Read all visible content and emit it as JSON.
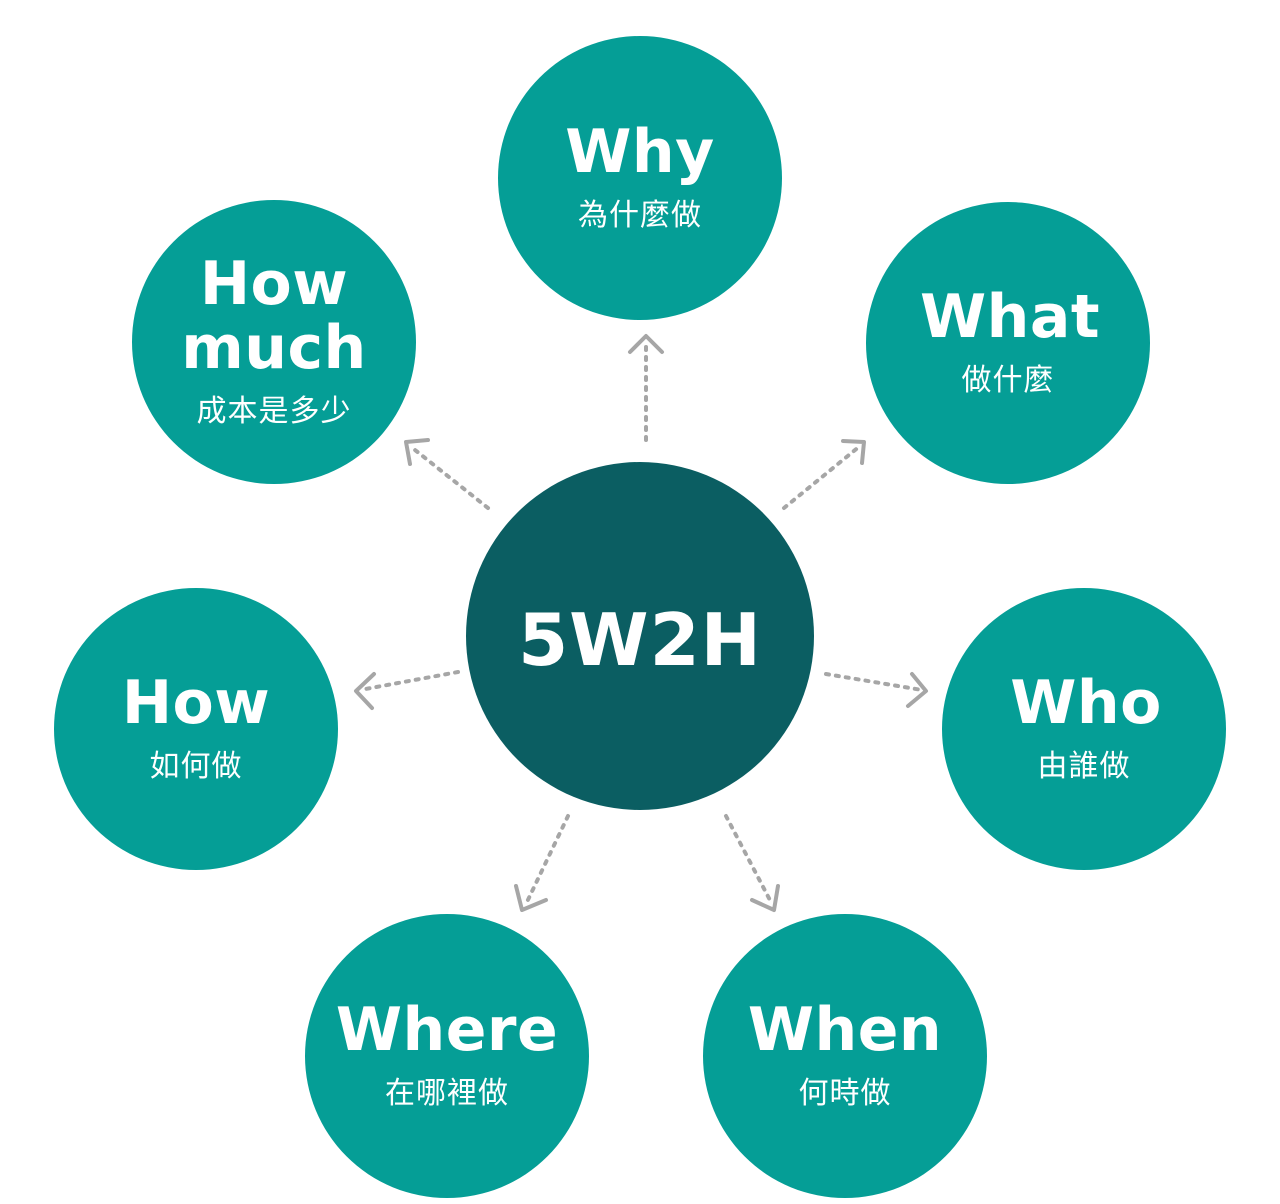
{
  "center": {
    "label": "5W2H"
  },
  "nodes": {
    "why": {
      "en": "Why",
      "zh": "為什麼做"
    },
    "what": {
      "en": "What",
      "zh": "做什麼"
    },
    "who": {
      "en": "Who",
      "zh": "由誰做"
    },
    "when": {
      "en": "When",
      "zh": "何時做"
    },
    "where": {
      "en": "Where",
      "zh": "在哪裡做"
    },
    "how": {
      "en": "How",
      "zh": "如何做"
    },
    "how_much": {
      "en_line1": "How",
      "en_line2": "much",
      "zh": "成本是多少"
    }
  },
  "colors": {
    "center": "#0b5e62",
    "node": "#059e96",
    "arrow": "#a6a6a6",
    "text": "#ffffff"
  }
}
